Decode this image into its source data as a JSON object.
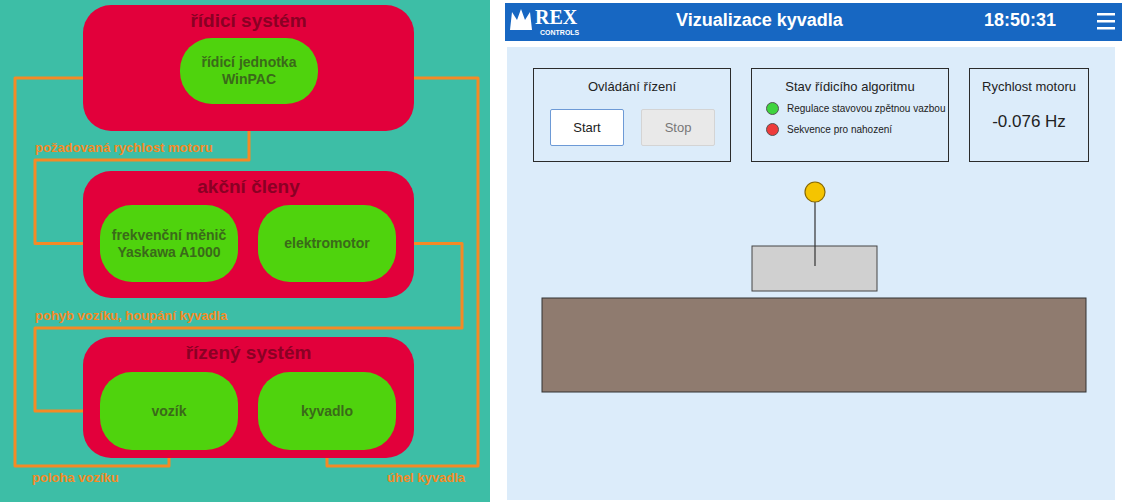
{
  "diagram": {
    "nodes": [
      {
        "text": [
          "řídicí systém"
        ]
      },
      {
        "text": [
          "řídicí jednotka WinPAC"
        ],
        "in": 0
      },
      {
        "text": [
          "akční členy"
        ]
      },
      {
        "text": [
          "frekvenční měnič Yaskawa A1000"
        ],
        "in": 2
      },
      {
        "text": [
          "elektromotor"
        ],
        "in": 2
      },
      {
        "text": [
          "řízený systém"
        ]
      },
      {
        "text": [
          "vozík"
        ],
        "in": 5
      },
      {
        "text": [
          "kyvadlo"
        ],
        "in": 5
      },
      {
        "text": [
          "Ovládání řízení"
        ]
      },
      {
        "text": [
          "Start"
        ],
        "in": 8
      },
      {
        "text": [
          "Stop"
        ],
        "in": 8
      },
      {
        "text": [
          "Stav řídicího algoritmu",
          "Regulace stavovou zpětnou vazbou",
          "Sekvence pro nahození"
        ]
      },
      {
        "text": [
          "Rychlost motoru",
          "-0.076 Hz"
        ]
      }
    ],
    "edges": [
      {
        "from": 1,
        "to": 3,
        "label": "požadovaná rychlost motoru",
        "arrow": "to"
      },
      {
        "from": 3,
        "to": 4,
        "arrow": "to"
      },
      {
        "from": 4,
        "to": 6,
        "label": "pohyb vozíku, houpání kyvadla",
        "arrow": "to"
      },
      {
        "from": 6,
        "to": 7,
        "arrow": "to"
      },
      {
        "from": 6,
        "to": 1,
        "label": "poloha vozíku",
        "arrow": "to"
      },
      {
        "from": 7,
        "to": 1,
        "label": "úhel kyvadla",
        "arrow": "to"
      }
    ],
    "labels": [
      "REX",
      "CONTROLS",
      "Vizualizace kyvadla",
      "18:50:31"
    ]
  }
}
